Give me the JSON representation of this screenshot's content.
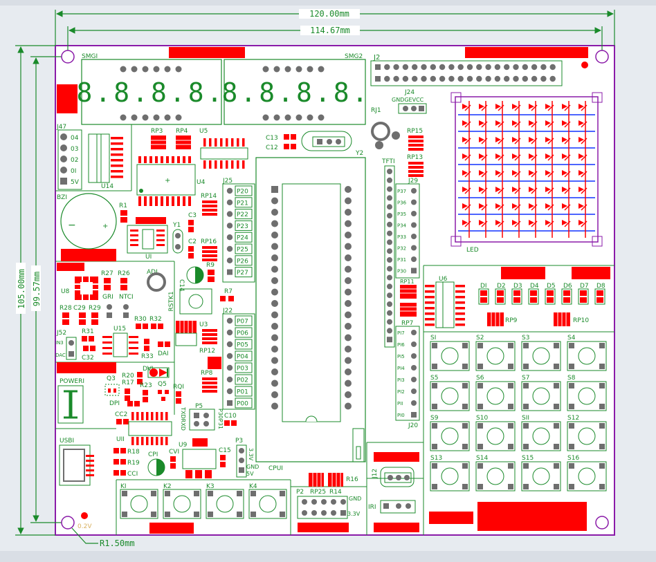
{
  "dimensions": {
    "overall_width": "120.00mm",
    "inner_width": "114.67mm",
    "overall_height": "105.00mm",
    "inner_height": "99.57mm",
    "hole_radius": "R1.50mm"
  },
  "labels": {
    "smg1": "SMGI",
    "smg2": "SMG2",
    "j2": "J2",
    "j24": "J24",
    "gnd_vcc": "GNDGEVCC",
    "rj1": "RJ1",
    "rp15": "RP15",
    "rp13": "RP13",
    "tft1": "TFTI",
    "j29": "J29",
    "led": "LED",
    "j47": "J47",
    "u14": "U14",
    "rp3": "RP3",
    "rp4": "RP4",
    "u5": "U5",
    "u4": "U4",
    "c13": "C13",
    "c12": "C12",
    "y2": "Y2",
    "bz1": "BZI",
    "r1": "R1",
    "j25": "J25",
    "rp14": "RP14",
    "c3": "C3",
    "y1": "Y1",
    "c2": "C2",
    "rp16": "RP16",
    "u1": "UI",
    "r9": "R9",
    "c14": "C14",
    "u8": "U8",
    "r27": "R27",
    "r26": "R26",
    "ad1": "ADI",
    "gr1": "GRI",
    "ntc1": "NTCI",
    "r28": "R28",
    "c29": "C29",
    "r29": "R29",
    "rstk1": "RSTK1",
    "r7": "R7",
    "j22": "J22",
    "u6": "U6",
    "rp11": "RP11",
    "rp7": "RP7",
    "j52": "J52",
    "r31": "R31",
    "u15": "U15",
    "r30": "R30",
    "r32": "R32",
    "u3": "U3",
    "rp12": "RP12",
    "r33": "R33",
    "da1": "DAI",
    "c32": "C32",
    "in3": "IN3",
    "dac": "DAC",
    "dv1": "DVI",
    "r20": "R20",
    "q3": "Q3",
    "r17": "R17",
    "r23": "R23",
    "q5": "Q5",
    "rq1": "RQI",
    "dp1": "DPI",
    "rp8": "RP8",
    "power1": "POWERI",
    "p5": "P5",
    "p30p31": "P30P31",
    "txd_rxd": "TXDRXD",
    "c10": "C10",
    "cc2": "CC2",
    "usb1": "USBI",
    "u11": "UII",
    "u9": "U9",
    "p3": "P3",
    "v33": "3.3V",
    "gnd": "GND",
    "v5": "5V",
    "cpu1": "CPUI",
    "r18": "R18",
    "r19": "R19",
    "cc1": "CCI",
    "cp1": "CPI",
    "cv1": "CVI",
    "c15": "C15",
    "j12": "J12",
    "ir1": "IRI",
    "p2": "P2",
    "rp25": "RP25",
    "r14": "R14",
    "r16": "R16",
    "gnd2": "GND",
    "v33b": "3.3V",
    "j20": "J20",
    "rp9": "RP9",
    "rp10": "RP10",
    "v02": "0.2V"
  },
  "j47_pins": [
    "04",
    "03",
    "02",
    "0I",
    "5V"
  ],
  "j25_pins": [
    "P20",
    "P21",
    "P22",
    "P23",
    "P24",
    "P25",
    "P26",
    "P27"
  ],
  "j22_pins": [
    "P07",
    "P06",
    "P05",
    "P04",
    "P03",
    "P02",
    "P01",
    "P00"
  ],
  "j29_pins": [
    "P37",
    "P36",
    "P35",
    "P34",
    "P33",
    "P32",
    "P31",
    "P30"
  ],
  "j20_pins": [
    "PI7",
    "PI6",
    "PI5",
    "PI4",
    "PI3",
    "PI2",
    "PII",
    "PI0"
  ],
  "leds": [
    "DI",
    "D2",
    "D3",
    "D4",
    "D5",
    "D6",
    "D7",
    "D8"
  ],
  "switches": [
    "SI",
    "S2",
    "S3",
    "S4",
    "S5",
    "S6",
    "S7",
    "S8",
    "S9",
    "S10",
    "SII",
    "S12",
    "S13",
    "S14",
    "S15",
    "S16"
  ],
  "keys": [
    "KI",
    "K2",
    "K3",
    "K4"
  ],
  "seven_seg_text": "8.8.8.8.",
  "colors": {
    "silkscreen": "#1a8a2a",
    "pad": "#ff0000",
    "outline": "#8a1aa8",
    "dimension": "#1a8a2a",
    "background": "#ffffff",
    "matrix_blue": "#1030ff",
    "via_gray": "#6e6e6e"
  }
}
